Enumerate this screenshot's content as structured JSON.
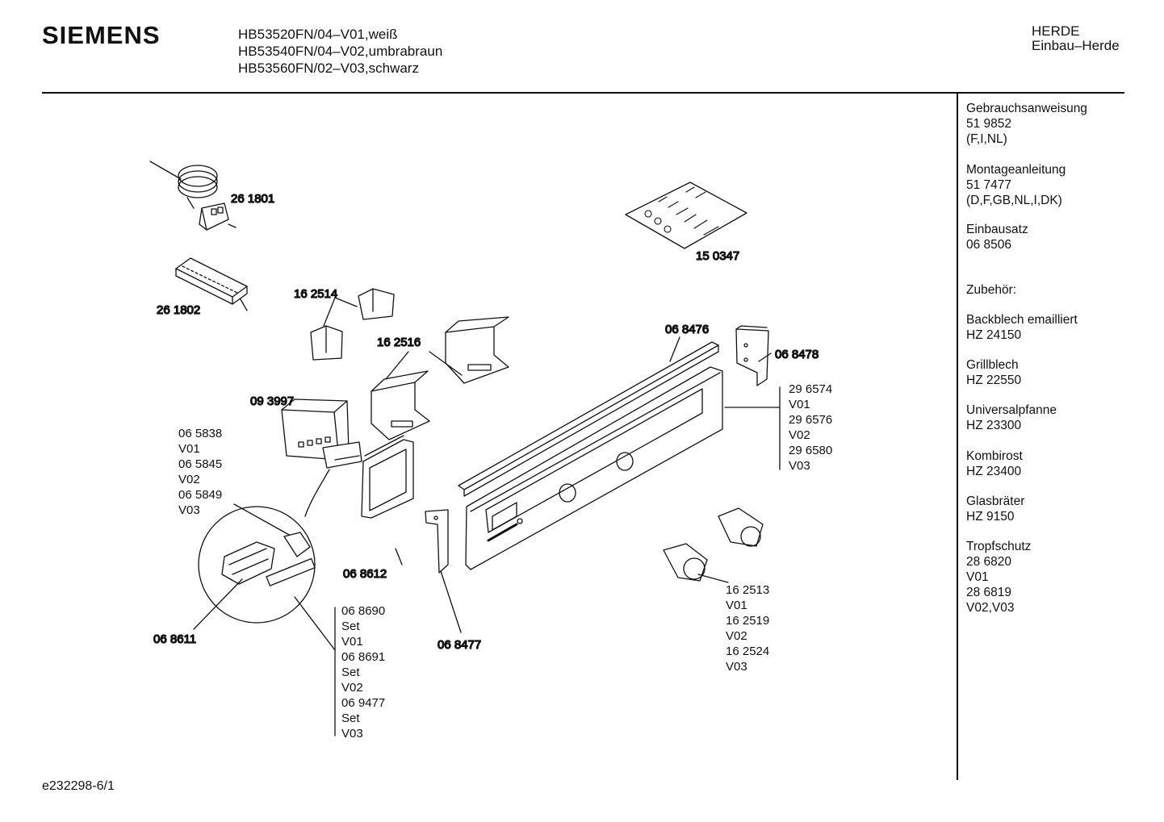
{
  "header": {
    "brand": "SIEMENS",
    "models": [
      "HB53520FN/04–V01,weiß",
      "HB53540FN/04–V02,umbrabraun",
      "HB53560FN/02–V03,schwarz"
    ],
    "category": [
      "HERDE",
      "Einbau–Herde"
    ]
  },
  "footer": {
    "doc_id": "e232298-6/1"
  },
  "sidebar": {
    "groups": [
      {
        "lines": [
          "Gebrauchsanweisung",
          "51 9852",
          "(F,I,NL)"
        ]
      },
      {
        "lines": [
          "Montageanleitung",
          "51 7477",
          "(D,F,GB,NL,I,DK)"
        ]
      },
      {
        "lines": [
          "Einbausatz",
          "06 8506"
        ]
      },
      {
        "lines": [
          "Zubehör:"
        ]
      },
      {
        "lines": [
          "Backblech emailliert",
          "HZ 24150"
        ]
      },
      {
        "lines": [
          "Grillblech",
          "HZ 22550"
        ]
      },
      {
        "lines": [
          "Universalpfanne",
          "HZ 23300"
        ]
      },
      {
        "lines": [
          "Kombirost",
          "HZ 23400"
        ]
      },
      {
        "lines": [
          "Glasbräter",
          "HZ 9150"
        ]
      },
      {
        "lines": [
          "Tropfschutz",
          "28 6820",
          "V01",
          "28 6819",
          "V02,V03"
        ]
      }
    ]
  },
  "parts": {
    "p261801": "26 1801",
    "p261802": "26 1802",
    "p162514": "16 2514",
    "p162516": "16 2516",
    "p150347": "15 0347",
    "p068476": "06 8476",
    "p068478": "06 8478",
    "p093997": "09 3997",
    "p068612": "06 8612",
    "p068611": "06 8611",
    "p068477": "06 8477",
    "knobs_stack": [
      "06 5838",
      "V01",
      "06 5845",
      "V02",
      "06 5849",
      "V03"
    ],
    "panel_stack": [
      "29 6574",
      "V01",
      "29 6576",
      "V02",
      "29 6580",
      "V03"
    ],
    "set_stack": [
      "06 8690",
      "Set",
      "V01",
      "06 8691",
      "Set",
      "V02",
      "06 9477",
      "Set",
      "V03"
    ],
    "rotary_stack": [
      "16 2513",
      "V01",
      "16 2519",
      "V02",
      "16 2524",
      "V03"
    ]
  }
}
